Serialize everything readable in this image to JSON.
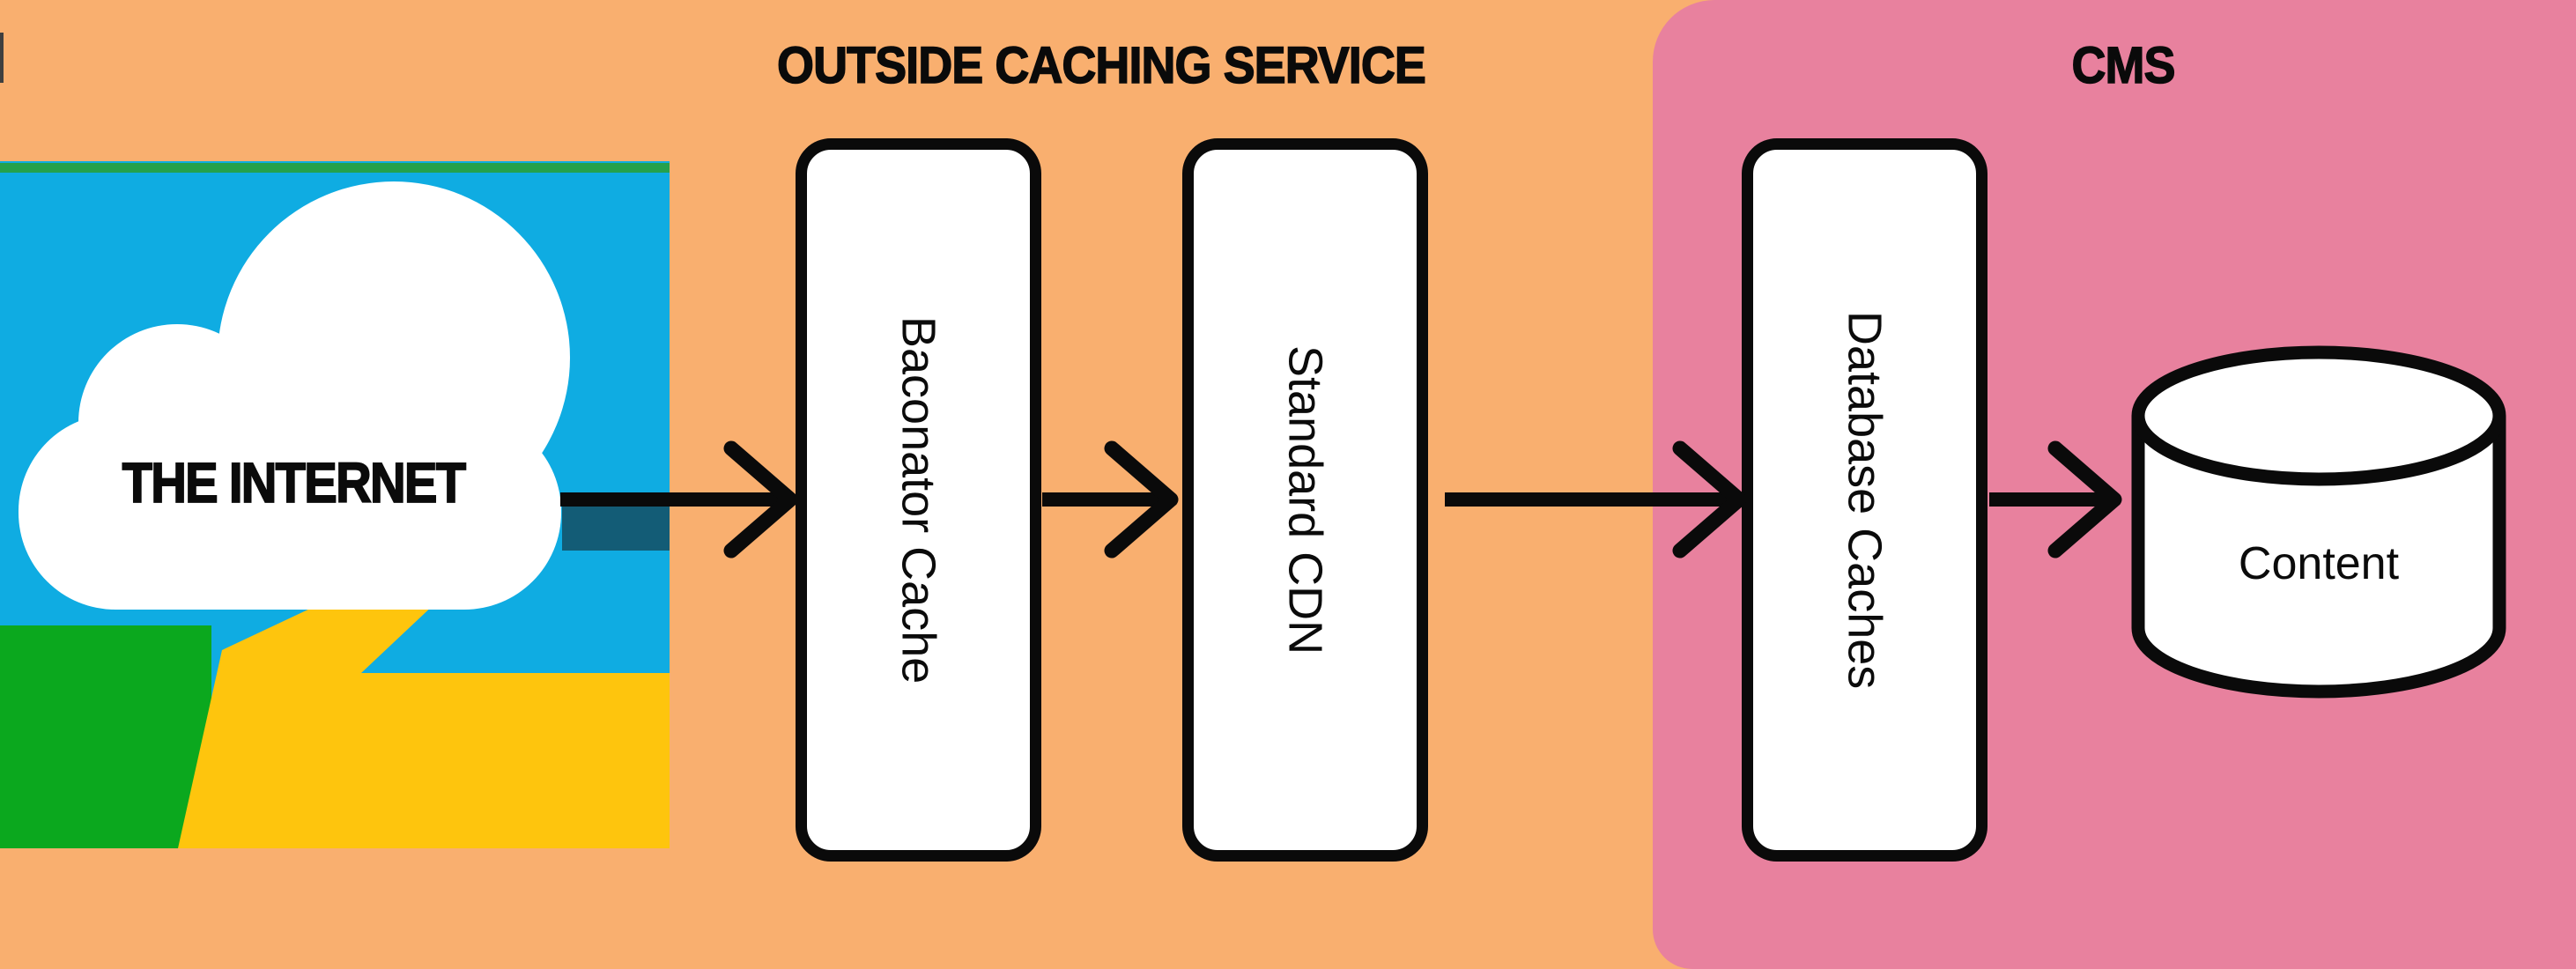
{
  "diagram": {
    "headers": {
      "caching": "OUTSIDE CACHING SERVICE",
      "cms": "CMS"
    },
    "internet": {
      "title": "THE INTERNET"
    },
    "nodes": [
      {
        "id": "baconator-cache",
        "label": "Baconator Cache"
      },
      {
        "id": "standard-cdn",
        "label": "Standard CDN"
      },
      {
        "id": "database-caches",
        "label": "Database Caches"
      },
      {
        "id": "content-database",
        "label": "Content"
      }
    ],
    "icons": {
      "cloud": "cloud-icon",
      "database_cylinder": "database-cylinder-icon",
      "arrow": "arrow-right-icon",
      "lightning": "lightning-bolt-shape",
      "grass": "grass-shape"
    },
    "colors": {
      "orange": "#F9AF6F",
      "pink": "#E8819E",
      "blue": "#0FACE2",
      "grass": "#0BA81E",
      "strip": "#24A14C",
      "yellow": "#FEC50D",
      "teal": "#135C76",
      "ink": "#0A0A0A",
      "white": "#FFFFFF",
      "edge_artifact": "#3F3F3F"
    }
  }
}
